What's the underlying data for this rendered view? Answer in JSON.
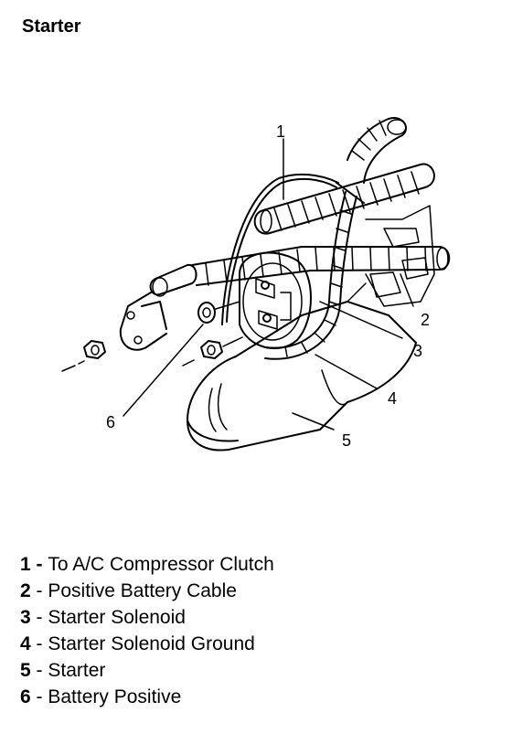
{
  "title": "Starter",
  "callouts": [
    "1",
    "2",
    "3",
    "4",
    "5",
    "6"
  ],
  "legend": [
    {
      "num": "1",
      "sep": " - ",
      "text": "To A/C Compressor Clutch"
    },
    {
      "num": "2",
      "sep": " - ",
      "text": "Positive Battery Cable"
    },
    {
      "num": "3",
      "sep": " - ",
      "text": "Starter Solenoid"
    },
    {
      "num": "4",
      "sep": " - ",
      "text": "Starter Solenoid Ground"
    },
    {
      "num": "5",
      "sep": " - ",
      "text": "Starter"
    },
    {
      "num": "6",
      "sep": " - ",
      "text": "Battery Positive"
    }
  ]
}
